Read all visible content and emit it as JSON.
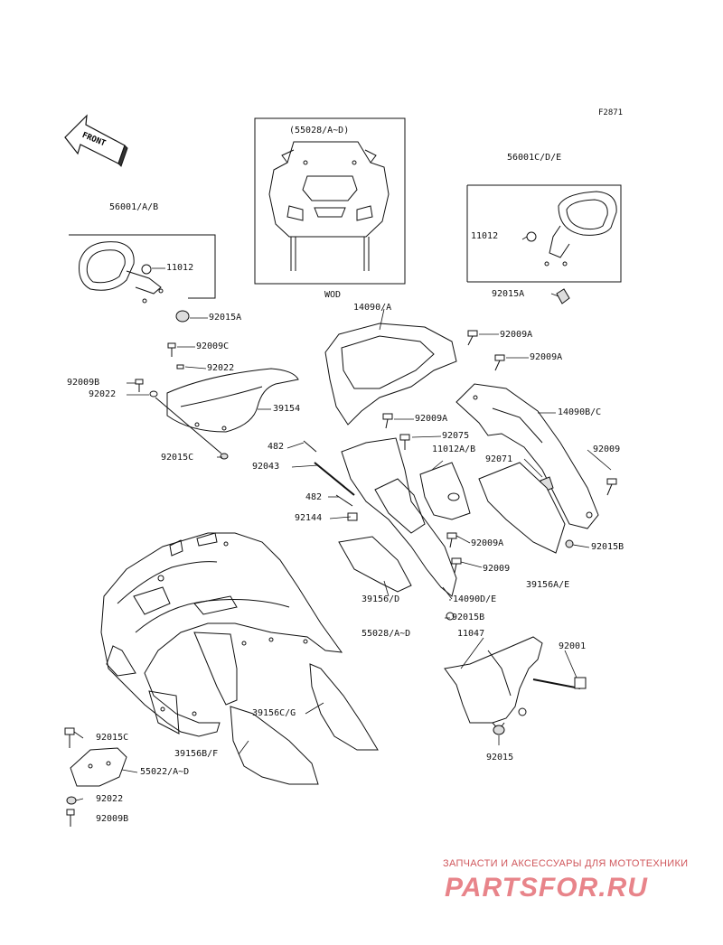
{
  "figure_code": "F2871",
  "front_label": "FRONT",
  "windshield_label": "WOD",
  "labels": {
    "cowling_set_top": "(55028/A~D)",
    "mirror_right": "56001C/D/E",
    "mirror_right_cap": "11012",
    "mirror_right_nut": "92015A",
    "mirror_left": "56001/A/B",
    "mirror_left_cap": "11012",
    "mirror_left_nut": "92015A",
    "meter_cover": "14090/A",
    "bolt_92009A_top": "92009A",
    "bolt_92009A_right": "92009A",
    "bolt_92009C": "92009C",
    "washer_92022_top": "92022",
    "bolt_92009B_left": "92009B",
    "washer_92022_left": "92022",
    "windshield": "39154",
    "nut_92015C": "92015C",
    "bolt_92009A_mid": "92009A",
    "cover_14090BC": "14090B/C",
    "spring_482_top": "482",
    "clip_92075": "92075",
    "cap_11012AB": "11012A/B",
    "bolt_92009_right": "92009",
    "rod_92043": "92043",
    "grommet_92071": "92071",
    "spring_482_bottom": "482",
    "clip_92144": "92144",
    "bolt_92009A_lower": "92009A",
    "nut_92015B_right": "92015B",
    "bolt_92009_lower": "92009",
    "pad_39156AE": "39156A/E",
    "pad_39156D": "39156/D",
    "cover_14090DE": "14090D/E",
    "nut_92015B_lower": "92015B",
    "cowling_set_mid": "55028/A~D",
    "bracket_11047": "11047",
    "bolt_92001": "92001",
    "pad_39156CG": "39156C/G",
    "nut_92015": "92015",
    "pad_39156BF": "39156B/F",
    "nut_92015C_bottom": "92015C",
    "bracket_55022": "55022/A~D",
    "washer_92022_bottom": "92022",
    "bolt_92009B_bottom": "92009B"
  },
  "watermark": {
    "caption": "ЗАПЧАСТИ И АКСЕССУАРЫ ДЛЯ МОТОТЕХНИКИ",
    "logo": "PARTSFOR.RU",
    "color": "#d0575c"
  }
}
